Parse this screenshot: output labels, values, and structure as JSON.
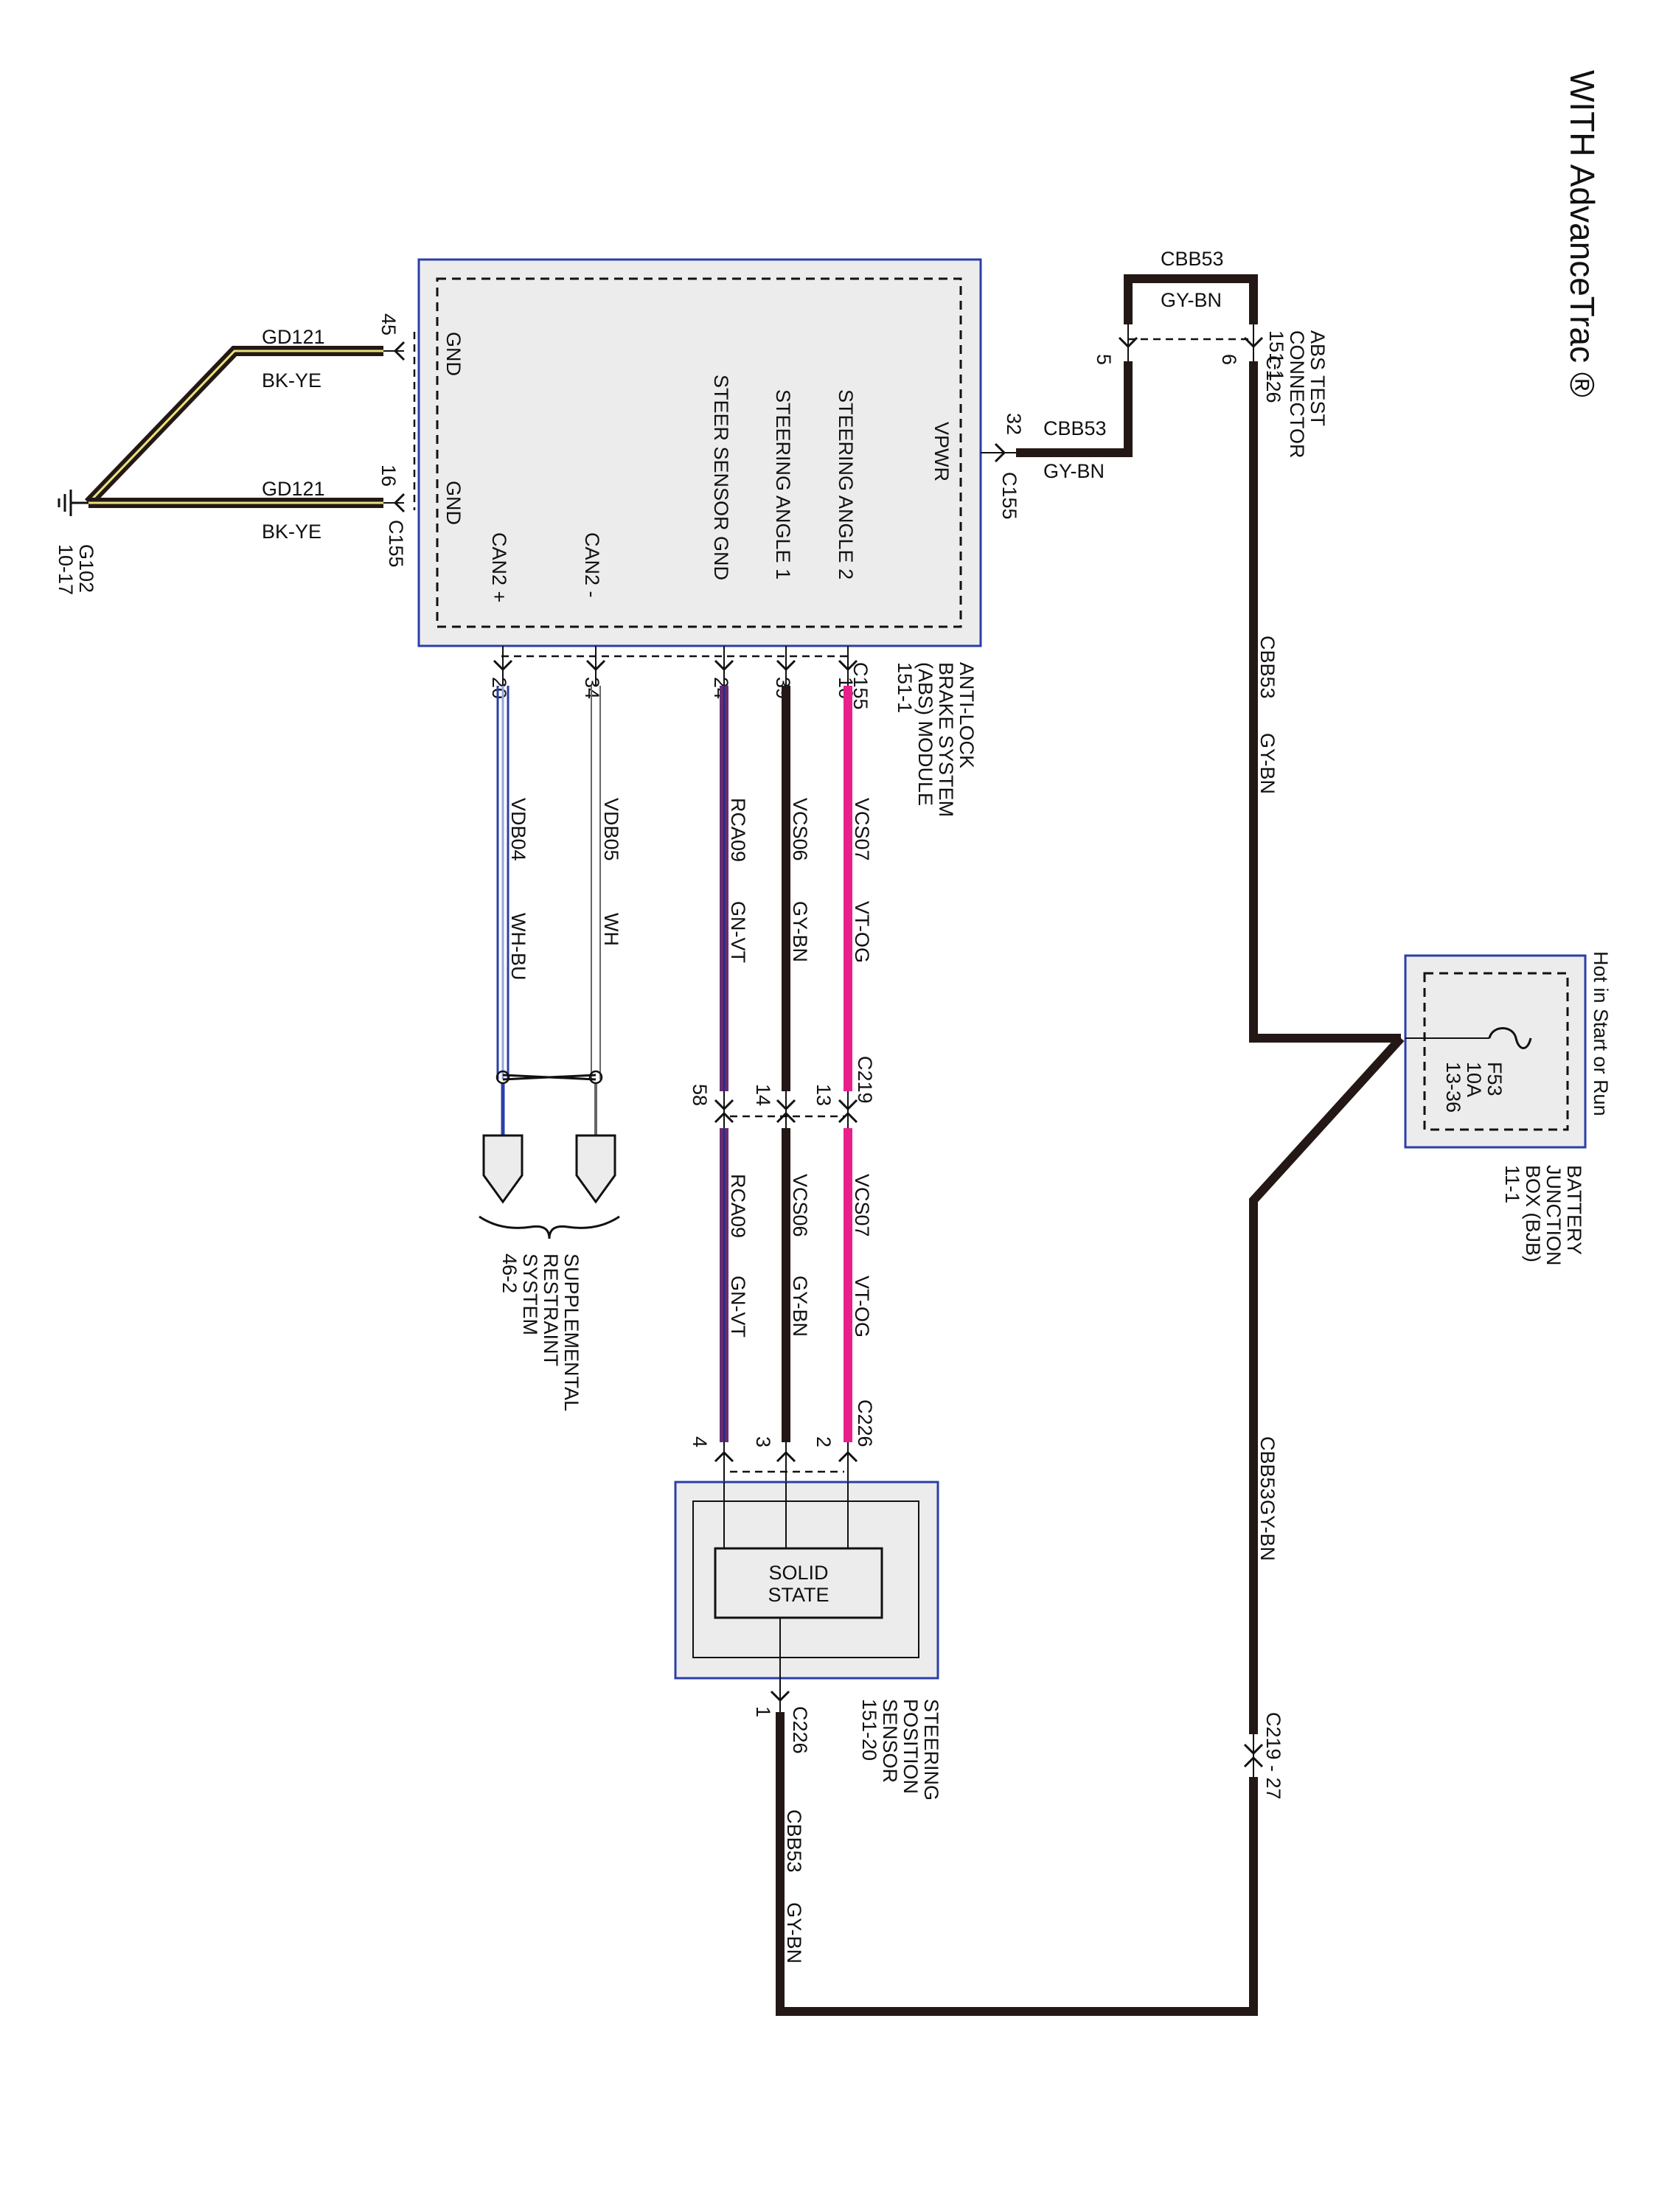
{
  "title": "WITH AdvanceTrac ®",
  "colors": {
    "wire_dark": "#231815",
    "wire_violet_orange": "#E8208C",
    "wire_green_violet": "#6B2D6B",
    "wire_blue": "#2B3FA8",
    "wire_yellow": "#E6E27A",
    "module_fill": "#ECECEC",
    "module_border": "#2B3FA8"
  },
  "abs_module": {
    "name_lines": [
      "ANTI-LOCK",
      "BRAKE SYSTEM",
      "(ABS) MODULE",
      "151-1"
    ],
    "connector": "C155",
    "pin_labels": [
      "GND",
      "GND",
      "CAN2 +",
      "CAN2 -",
      "STEER SENSOR GND",
      "STEERING ANGLE 1",
      "STEERING ANGLE 2",
      "VPWR"
    ],
    "pins": [
      "45",
      "16",
      "20",
      "34",
      "24",
      "39",
      "10",
      "32"
    ]
  },
  "ground_wires": [
    {
      "circuit": "GD121",
      "color": "BK-YE",
      "pin": "45"
    },
    {
      "circuit": "GD121",
      "color": "BK-YE",
      "pin": "16"
    }
  ],
  "ground_point": {
    "id": "G102",
    "ref": "10-17"
  },
  "vpwr_wire": {
    "circuit": "CBB53",
    "color": "GY-BN"
  },
  "abs_test_connector": {
    "name_lines": [
      "ABS TEST",
      "CONNECTOR",
      "151-1"
    ],
    "connector": "C126",
    "pins": [
      "5",
      "6"
    ],
    "jumper_circuit": "CBB53",
    "jumper_color": "GY-BN"
  },
  "bjb": {
    "header": "Hot in Start or Run",
    "fuse_lines": [
      "F53",
      "10A",
      "13-36"
    ],
    "name_lines": [
      "BATTERY",
      "JUNCTION",
      "BOX (BJB)",
      "11-1"
    ]
  },
  "feed_wires": [
    {
      "circuit": "CBB53",
      "color": "GY-BN"
    },
    {
      "circuit": "CBB53",
      "color": "GY-BN"
    },
    {
      "circuit": "CBB53",
      "color": "GY-BN"
    }
  ],
  "inline_connector": {
    "id": "C219 - 27"
  },
  "can_wires": [
    {
      "circuit": "VDB04",
      "color": "WH-BU"
    },
    {
      "circuit": "VDB05",
      "color": "WH"
    }
  ],
  "srs": {
    "name_lines": [
      "SUPPLEMENTAL",
      "RESTRAINT",
      "SYSTEM",
      "46-2"
    ]
  },
  "sensor_wires": [
    {
      "circuit": "VCS07",
      "color": "VT-OG"
    },
    {
      "circuit": "VCS06",
      "color": "GY-BN"
    },
    {
      "circuit": "RCA09",
      "color": "GN-VT"
    }
  ],
  "c219": {
    "id": "C219",
    "pins": [
      "13",
      "14",
      "58"
    ]
  },
  "c226": {
    "id": "C226",
    "pins": [
      "2",
      "3",
      "4"
    ],
    "ground_pin": "1"
  },
  "sensor": {
    "name_lines": [
      "STEERING",
      "POSITION",
      "SENSOR",
      "151-20"
    ],
    "inner_lines": [
      "SOLID",
      "STATE"
    ]
  }
}
